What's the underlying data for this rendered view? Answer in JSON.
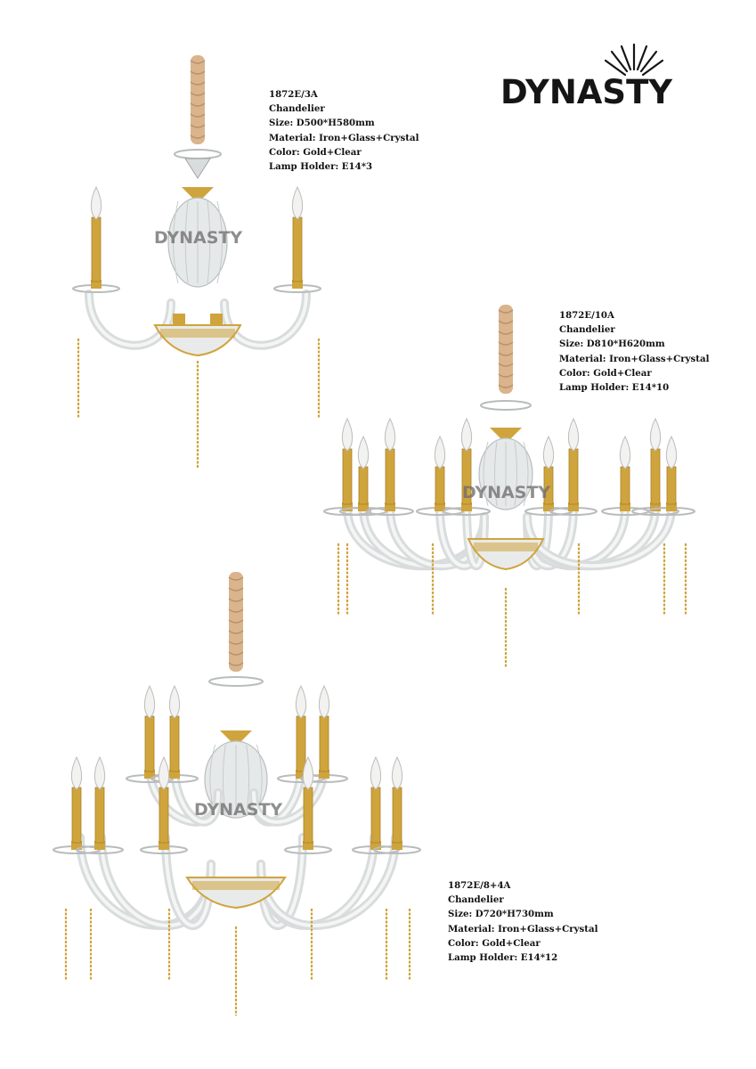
{
  "brand": {
    "name": "DYNASTY",
    "color": "#151515"
  },
  "colors": {
    "gold": "#cfa43c",
    "glass": "#d9dcdc",
    "rope": "#d9b48d"
  },
  "products": [
    {
      "model": "1872E/3A",
      "type": "Chandelier",
      "size": "Size: D500*H580mm",
      "material": "Material: Iron+Glass+Crystal",
      "color": "Color: Gold+Clear",
      "lamp_holder": "Lamp Holder: E14*3",
      "watermark": "DYNASTY"
    },
    {
      "model": "1872E/10A",
      "type": "Chandelier",
      "size": "Size: D810*H620mm",
      "material": "Material: Iron+Glass+Crystal",
      "color": "Color: Gold+Clear",
      "lamp_holder": "Lamp Holder: E14*10",
      "watermark": "DYNASTY"
    },
    {
      "model": "1872E/8+4A",
      "type": "Chandelier",
      "size": "Size: D720*H730mm",
      "material": "Material: Iron+Glass+Crystal",
      "color": "Color: Gold+Clear",
      "lamp_holder": "Lamp Holder: E14*12",
      "watermark": "DYNASTY"
    }
  ]
}
